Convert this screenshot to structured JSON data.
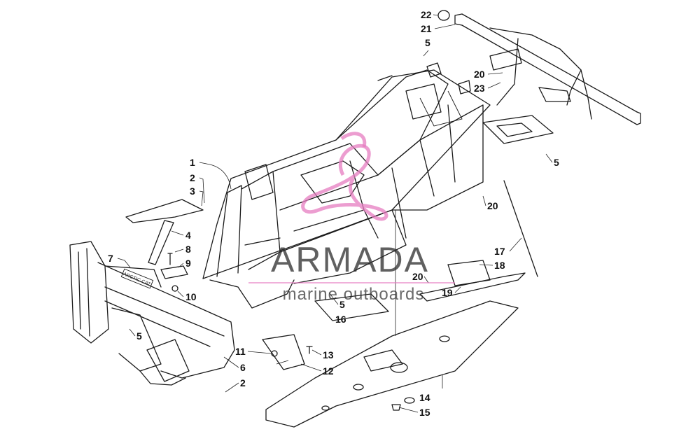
{
  "watermark": {
    "brand": "ARMADA",
    "tagline": "marine outboards",
    "logo_color": "#e57cc0"
  },
  "diagram": {
    "stamp_text": "ARCTIC CAT",
    "callouts": [
      {
        "label": "1"
      },
      {
        "label": "2"
      },
      {
        "label": "3"
      },
      {
        "label": "4"
      },
      {
        "label": "7"
      },
      {
        "label": "8"
      },
      {
        "label": "9"
      },
      {
        "label": "10"
      },
      {
        "label": "5"
      },
      {
        "label": "6"
      },
      {
        "label": "2"
      },
      {
        "label": "11"
      },
      {
        "label": "13"
      },
      {
        "label": "12"
      },
      {
        "label": "5"
      },
      {
        "label": "16"
      },
      {
        "label": "14"
      },
      {
        "label": "15"
      },
      {
        "label": "20"
      },
      {
        "label": "19"
      },
      {
        "label": "18"
      },
      {
        "label": "17"
      },
      {
        "label": "20"
      },
      {
        "label": "5"
      },
      {
        "label": "22"
      },
      {
        "label": "21"
      },
      {
        "label": "5"
      },
      {
        "label": "20"
      },
      {
        "label": "23"
      }
    ]
  }
}
